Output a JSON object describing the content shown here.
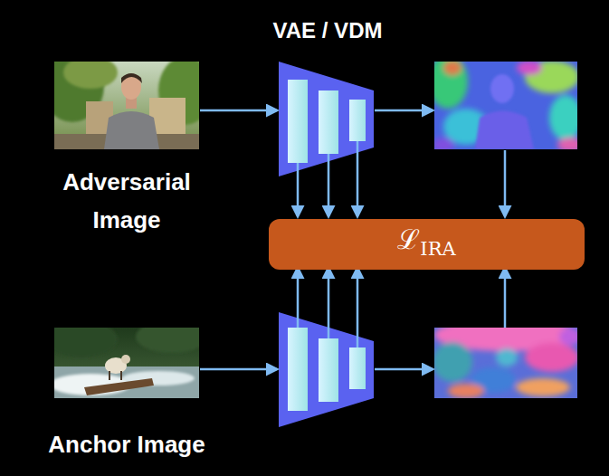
{
  "diagram": {
    "title": "VAE / VDM",
    "nodes": [
      {
        "text": [
          "Adversarial Image"
        ]
      },
      {
        "text": [
          "ℒIRA"
        ]
      },
      {
        "text": [
          "Anchor Image"
        ]
      }
    ]
  }
}
